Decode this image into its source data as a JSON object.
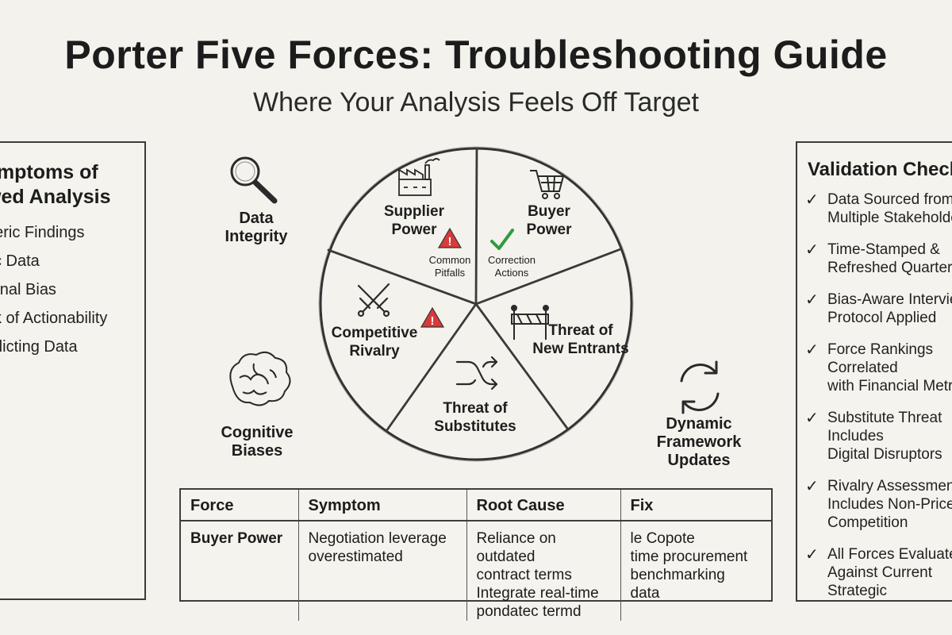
{
  "header": {
    "title": "Porter Five Forces: Troubleshooting Guide",
    "subtitle": "Where Your Analysis Feels Off Target"
  },
  "symptoms_panel": {
    "title": "Symptoms of\nFlawed Analysis",
    "title_visible": "ymptoms of\nwed Analysis",
    "items": [
      "neric Findings",
      "tic Data",
      "ernal Bias",
      "ck of Actionability",
      "nflicting Data"
    ]
  },
  "diagram": {
    "forces": {
      "supplier_power": "Supplier\nPower",
      "buyer_power": "Buyer\nPower",
      "competitive_rivalry": "Competitive\nRivalry",
      "new_entrants": "Threat of\nNew Entrants",
      "substitutes": "Threat of\nSubstitutes"
    },
    "badges": {
      "common_pitfalls": "Common\nPitfalls",
      "correction_actions": "Correction\nActions"
    },
    "side_labels": {
      "data_integrity": "Data\nIntegrity",
      "cognitive_biases": "Cognitive\nBiases",
      "dynamic_updates": "Dynamic\nFramework\nUpdates"
    },
    "icons": {
      "supplier": "factory-icon",
      "buyer": "shopping-cart-icon",
      "rivalry": "crossed-swords-icon",
      "entrants": "barrier-icon",
      "substitutes": "swap-arrows-icon",
      "data_integrity": "magnifier-icon",
      "cognitive_biases": "brain-icon",
      "dynamic_updates": "refresh-icon",
      "warning": "warning-icon",
      "check": "checkmark-icon"
    },
    "colors": {
      "warning": "#d83a3a",
      "check": "#2f9a3e",
      "ink": "#2a2a2a"
    }
  },
  "validation_panel": {
    "title": "Validation Checklist",
    "items": [
      "Data Sourced from\nMultiple Stakeholders",
      "Time-Stamped &\nRefreshed Quarterly",
      "Bias-Aware Interview\nProtocol Applied",
      "Force Rankings Correlated\nwith Financial Metrics",
      "Substitute Threat Includes\nDigital Disruptors",
      "Rivalry Assessment\nIncludes Non-Price\nCompetition",
      "All Forces Evaluated\nAgainst Current Strategic\nHorizon"
    ]
  },
  "table": {
    "headers": [
      "Force",
      "Symptom",
      "Root Cause",
      "Fix"
    ],
    "row": {
      "force": "Buyer Power",
      "symptom": "Negotiation leverage\noverestimated",
      "root_cause": "Reliance on outdated\ncontract terms\nIntegrate real-time\npondatec termd",
      "fix": "le Copote\ntime procurement\nbenchmarking\ndata"
    }
  }
}
